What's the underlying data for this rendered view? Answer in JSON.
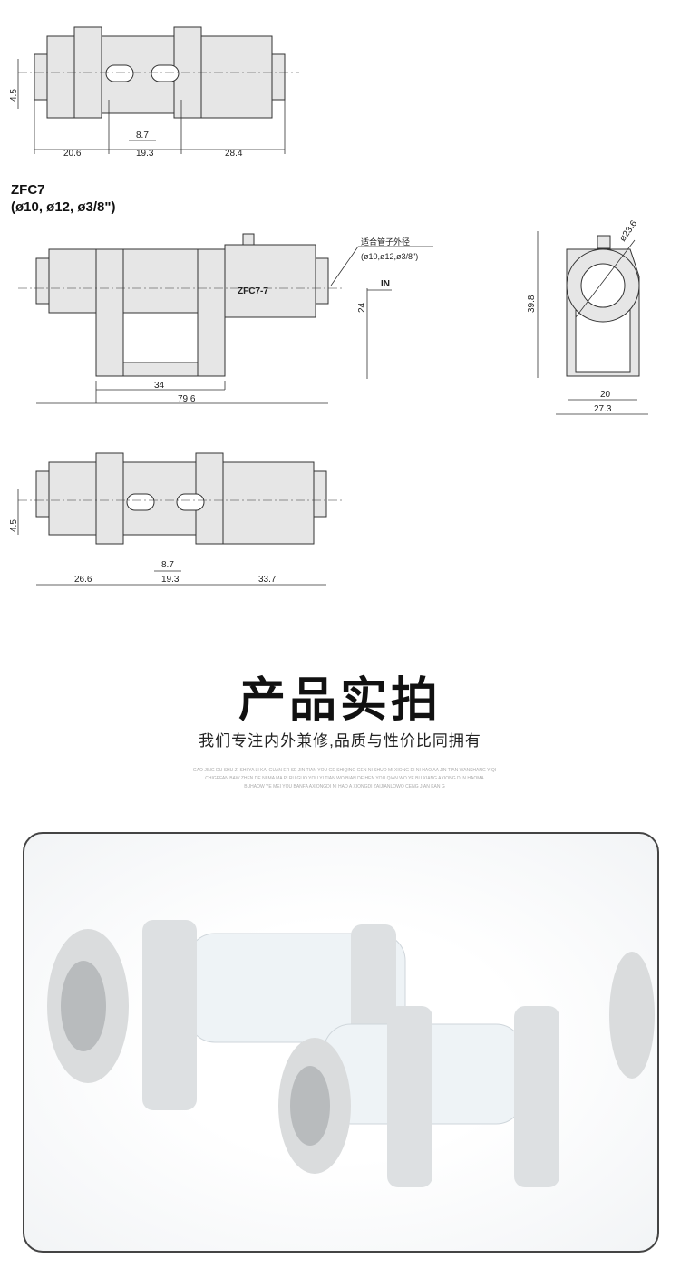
{
  "drawing_top": {
    "dims": {
      "h": "4.5",
      "a": "8.7",
      "l": "20.6",
      "m": "19.3",
      "r": "28.4"
    }
  },
  "model": {
    "name": "ZFC7",
    "sizes": "(ø10, ø12, ø3/8\")"
  },
  "drawing_mid": {
    "note_cn": "适合管子外径",
    "note_sizes": "(ø10,ø12,ø3/8\")",
    "in_label": "IN",
    "label_on_part": "ZFC7-7",
    "dims": {
      "a": "34",
      "b": "79.6",
      "h": "24"
    }
  },
  "drawing_side": {
    "dims": {
      "dia": "ø23.6",
      "h": "39.8",
      "w1": "20",
      "w2": "27.3"
    }
  },
  "drawing_bottom": {
    "dims": {
      "h": "4.5",
      "a": "8.7",
      "l": "26.6",
      "m": "19.3",
      "r": "33.7"
    }
  },
  "section": {
    "title": "产品实拍",
    "subtitle": "我们专注内外兼修,品质与性价比同拥有",
    "pinyin": [
      "GAO JING DU SHU ZI SHI YA LI KAI GUAN ER SE JIN TIAN YOU GE SHIQING GEN NI SHUO MI XIONG DI NI HAO AA JIN TIAN WANSHANG YIQI",
      "CHIGEFAN BAW ZHEN DE NI MA MA PI RU GUO YOU YI TIAN WO BIAN DE HEN YOU QIAN WO YE BU XIANG AXIONG DI N HAOMA",
      "BUHAOW YE MEI YOU BANFA AXIONGDI NI HAO A XIONGDI ZAIJIANLOWO CENG JIAN KAN G"
    ]
  }
}
